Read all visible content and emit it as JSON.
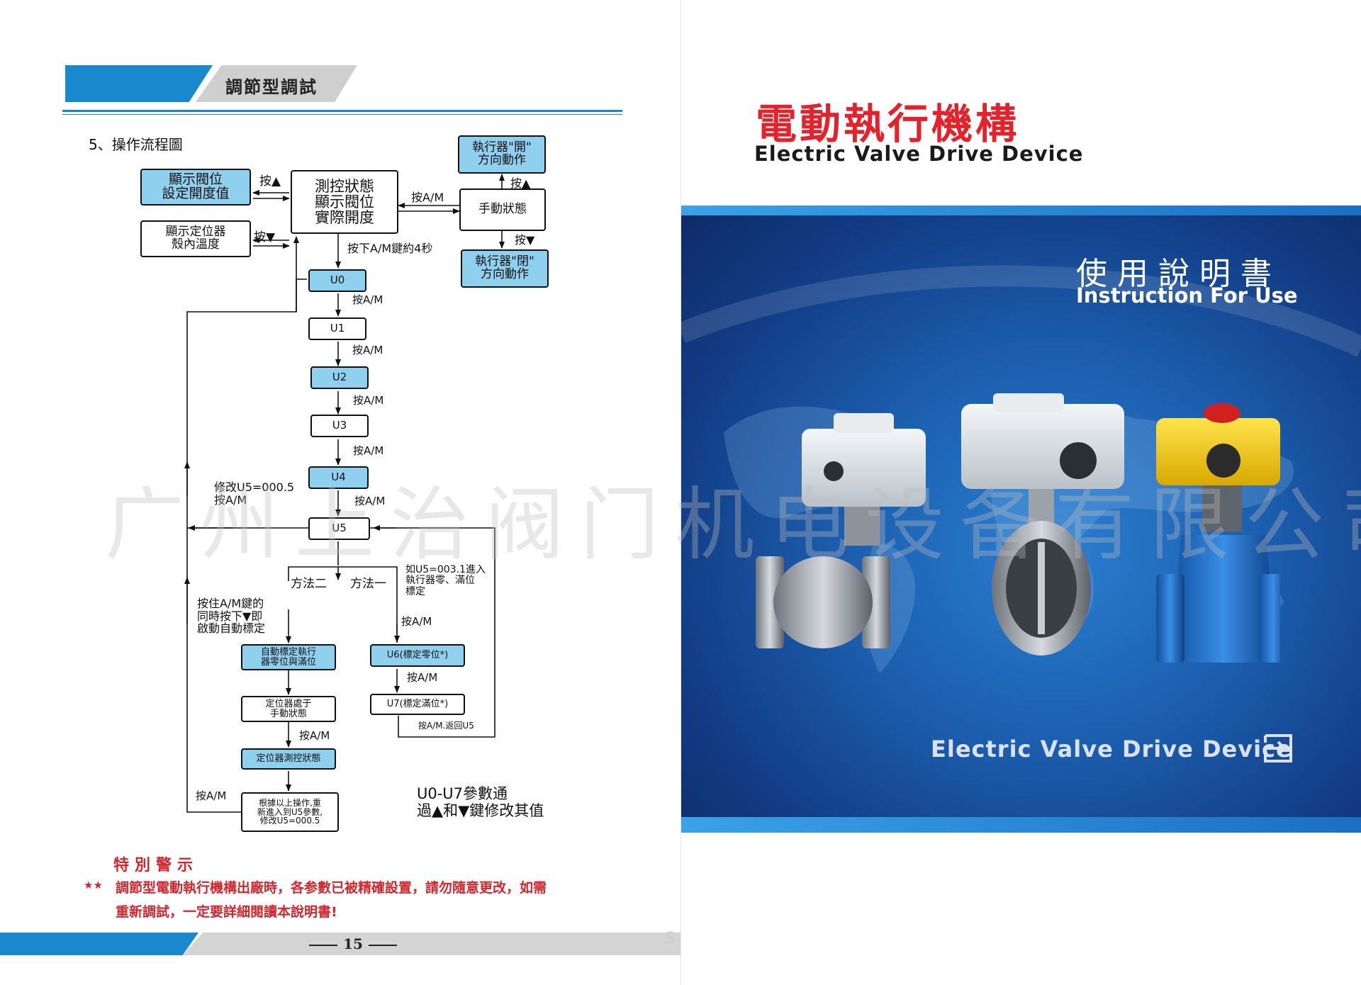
{
  "left_page": {
    "header_title": "調節型調試",
    "section_title": "5、操作流程圖",
    "flow": {
      "main_box": "測控狀態\n顯示閥位\n實際開度",
      "show_valve": "顯示閥位\n設定開度值",
      "show_temp": "顯示定位器\n殼內溫度",
      "manual_state": "手動狀態",
      "actuator_open": "執行器\"開\"\n方向動作",
      "actuator_close": "執行器\"閉\"\n方向動作",
      "u0": "U0",
      "u1": "U1",
      "u2": "U2",
      "u3": "U3",
      "u4": "U4",
      "u5": "U5",
      "u6": "U6(標定零位*)",
      "u7": "U7(標定滿位*)",
      "auto_calib": "自動標定執行\n器零位與滿位",
      "positioner_manual": "定位器處于\n手動狀態",
      "positioner_measure": "定位器測控狀態",
      "reenter_u5": "根據以上操作,重\n新進入到U5參數,\n修改U5=000.5",
      "lbl_up": "按▲",
      "lbl_down": "按▼",
      "lbl_am": "按A/M",
      "lbl_am_top": "按A/M",
      "lbl_up_open": "按▲",
      "lbl_down_close": "按▼",
      "lbl_hold4s": "按下A/M鍵約4秒",
      "lbl_am_u0": "按A/M",
      "lbl_am_u1": "按A/M",
      "lbl_am_u2": "按A/M",
      "lbl_am_u3": "按A/M",
      "lbl_am_u4": "按A/M",
      "lbl_modify_u5": "修改U5=000.5\n按A/M",
      "lbl_method2": "方法二",
      "lbl_method1": "方法一",
      "lbl_u5_003": "如U5=003.1進入\n執行器零、滿位\n標定",
      "lbl_hold_am_down": "按住A/M鍵的\n同時按下▼即\n啟動自動標定",
      "lbl_am_u6": "按A/M",
      "lbl_am_u7": "按A/M",
      "lbl_return_u5": "按A/M.返回U5",
      "lbl_am_measure": "按A/M",
      "lbl_am_left": "按A/M"
    },
    "note": "U0-U7參數通\n過▲和▼鍵修改其值",
    "warning_title": "特別警示",
    "warning_stars": "★★",
    "warning_line1": "調節型電動執行機構出廠時，各参數已被精確設置，請勿隨意更改，如需",
    "warning_line2": "重新調試，一定要詳細閱讀本說明書!",
    "page_number": "15",
    "corner_mark": "S"
  },
  "right_page": {
    "title_cn": "電動執行機構",
    "title_en": "Electric Valve Drive Device",
    "manual_cn": "使用說明書",
    "manual_en": "Instruction For Use",
    "cover_en": "Electric Valve Drive Device"
  },
  "watermark": "广州上治阀门机电设备有限公司",
  "colors": {
    "accent_blue": "#1a88cc",
    "box_blue": "#8fd0ef",
    "warning_red": "#d4262c",
    "title_red": "#e4222b",
    "cover_blue": "#1c5eae"
  }
}
